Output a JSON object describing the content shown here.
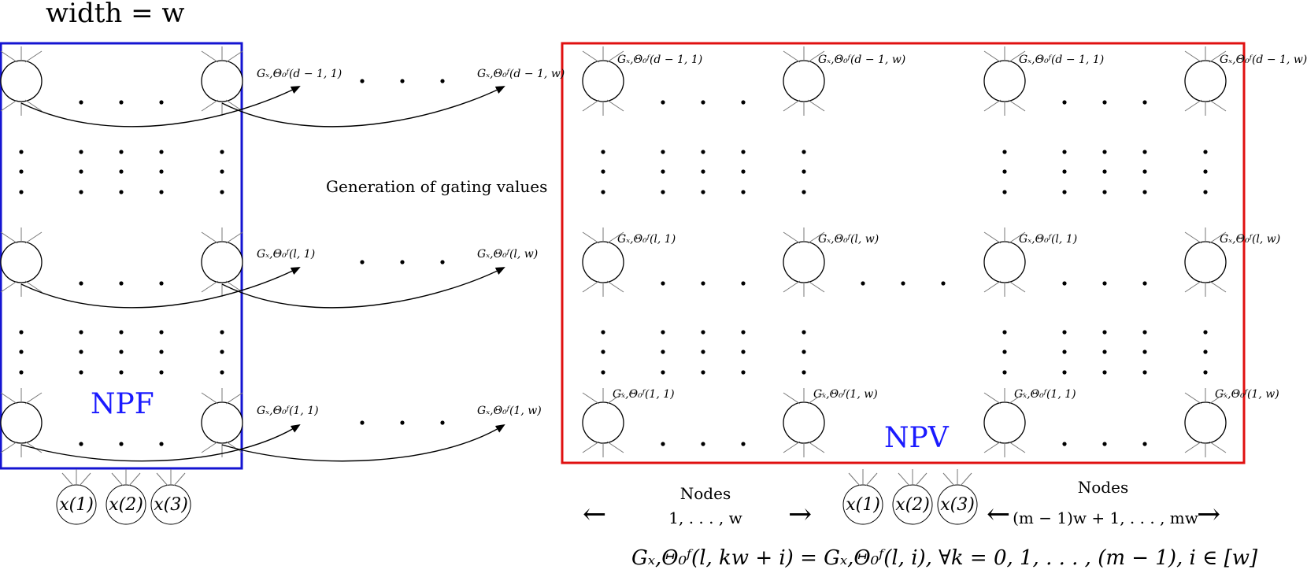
{
  "title": "width = w",
  "caption": "Generation of gating values",
  "npf": {
    "label": "NPF",
    "border_color": "#1414d2",
    "inputs": [
      "x(1)",
      "x(2)",
      "x(3)"
    ],
    "gating_labels": {
      "top": {
        "first": "Gₓ,Θ₀ᶠ(d − 1, 1)",
        "last": "Gₓ,Θ₀ᶠ(d − 1, w)"
      },
      "middle": {
        "first": "Gₓ,Θ₀ᶠ(l, 1)",
        "last": "Gₓ,Θ₀ᶠ(l, w)"
      },
      "bottom": {
        "first": "Gₓ,Θ₀ᶠ(1, 1)",
        "last": "Gₓ,Θ₀ᶠ(1, w)"
      }
    }
  },
  "npv": {
    "label": "NPV",
    "border_color": "#e01010",
    "label_color": "#1a1aff",
    "inputs": [
      "x(1)",
      "x(2)",
      "x(3)"
    ],
    "node_labels": {
      "top": [
        "Gₓ,Θ₀ᶠ(d − 1, 1)",
        "Gₓ,Θ₀ᶠ(d − 1, w)",
        "Gₓ,Θ₀ᶠ(d − 1, 1)",
        "Gₓ,Θ₀ᶠ(d − 1, w)"
      ],
      "middle": [
        "Gₓ,Θ₀ᶠ(l, 1)",
        "Gₓ,Θ₀ᶠ(l, w)",
        "Gₓ,Θ₀ᶠ(l, 1)",
        "Gₓ,Θ₀ᶠ(l, w)"
      ],
      "bottom": [
        "Gₓ,Θ₀ᶠ(1, 1)",
        "Gₓ,Θ₀ᶠ(1, w)",
        "Gₓ,Θ₀ᶠ(1, 1)",
        "Gₓ,Θ₀ᶠ(1, w)"
      ]
    },
    "nodes_left": {
      "title": "Nodes",
      "range": "1, . . . , w"
    },
    "nodes_right": {
      "title": "Nodes",
      "range": "(m − 1)w + 1, . . . , mw"
    },
    "arrow_left": "←",
    "arrow_right": "→"
  },
  "formula": "Gₓ,Θ₀ᶠ(l, kw + i) = Gₓ,Θ₀ᶠ(l, i), ∀k = 0, 1, . . . , (m − 1), i ∈ [w]"
}
